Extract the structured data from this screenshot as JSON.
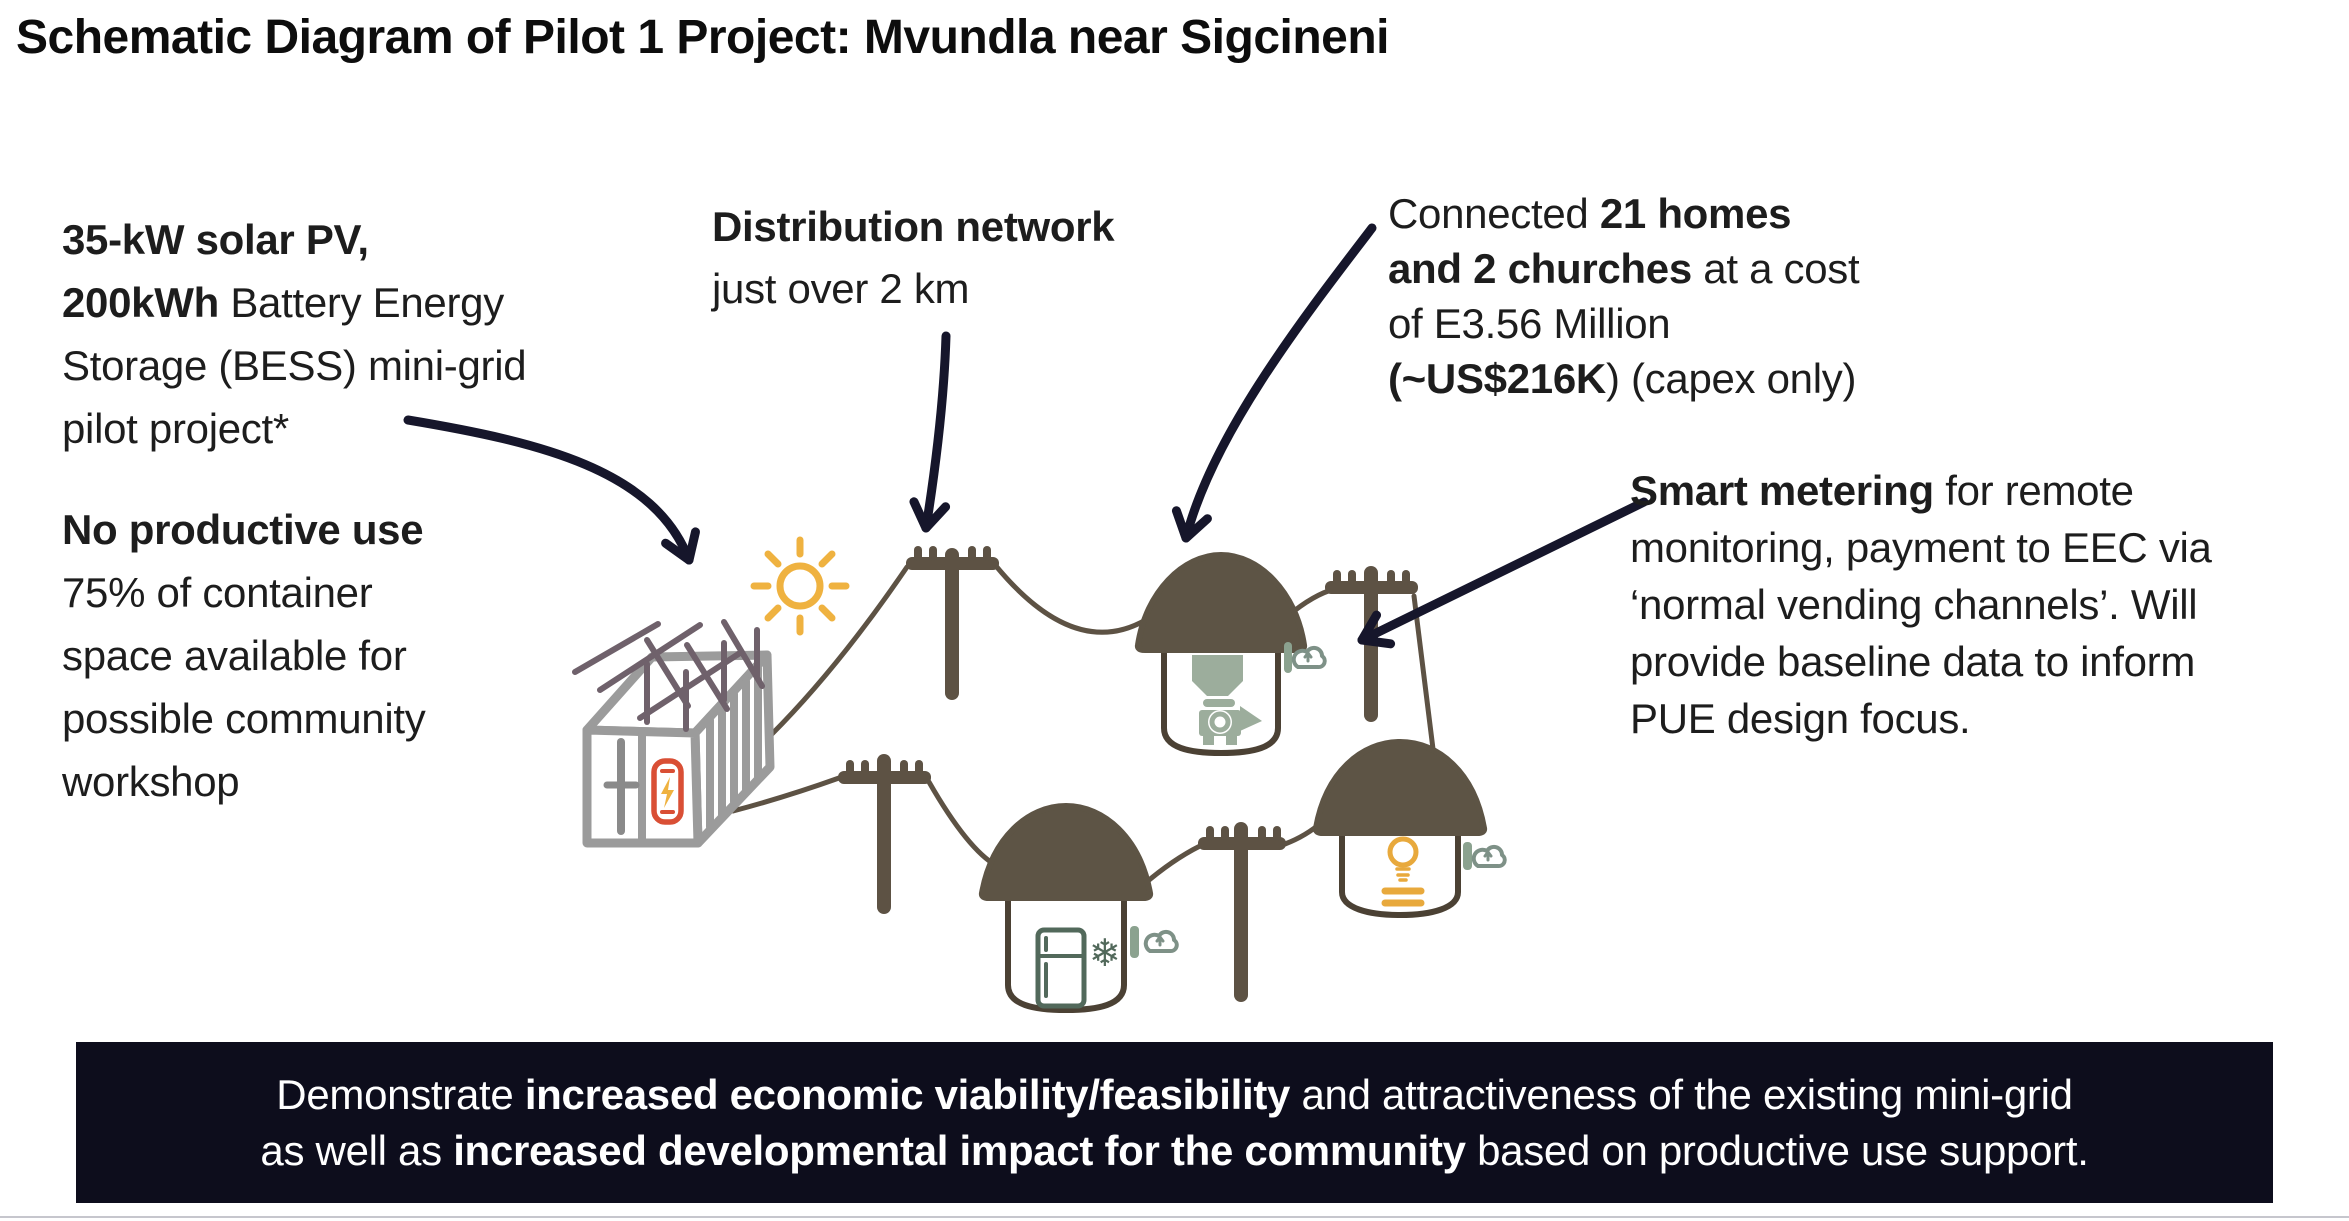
{
  "title": "Schematic Diagram of Pilot 1 Project: Mvundla near Sigcineni",
  "colors": {
    "arrow": "#16162b",
    "pole": "#5d5244",
    "roof": "#5d5445",
    "hutline": "#4b4134",
    "wire": "#5d5244",
    "contline": "#9b9b9b",
    "contglyph": "#8a8a8a",
    "rack": "#6f616b",
    "sun": "#efb240",
    "battery": "#d94f35",
    "sage": "#9cad9c",
    "teal": "#52695b",
    "bulb": "#e8a93c",
    "meter": "#8ba28f",
    "cloudc": "#7e9187",
    "banner_bg": "#0d0d1c",
    "banner_text": "#ffffff"
  },
  "annotations": {
    "solar_pv": {
      "lines": [
        [
          {
            "t": "35-kW solar PV,",
            "b": true
          }
        ],
        [
          {
            "t": "200kWh ",
            "b": true
          },
          {
            "t": "Battery Energy",
            "b": false
          }
        ],
        [
          {
            "t": "Storage (BESS) mini-grid",
            "b": false
          }
        ],
        [
          {
            "t": "pilot project*",
            "b": false
          }
        ]
      ]
    },
    "no_productive_use": {
      "lines": [
        [
          {
            "t": "No productive use",
            "b": true
          }
        ],
        [
          {
            "t": "75% of container",
            "b": false
          }
        ],
        [
          {
            "t": "space available for",
            "b": false
          }
        ],
        [
          {
            "t": "possible community",
            "b": false
          }
        ],
        [
          {
            "t": "workshop",
            "b": false
          }
        ]
      ]
    },
    "distribution": {
      "lines": [
        [
          {
            "t": "Distribution network",
            "b": true
          }
        ],
        [
          {
            "t": "just over 2 km",
            "b": false
          }
        ]
      ]
    },
    "connected": {
      "lines": [
        [
          {
            "t": "Connected ",
            "b": false
          },
          {
            "t": "21 homes",
            "b": true
          }
        ],
        [
          {
            "t": "and 2 churches",
            "b": true
          },
          {
            "t": " at a cost",
            "b": false
          }
        ],
        [
          {
            "t": "of E3.56 Million",
            "b": false
          }
        ],
        [
          {
            "t": "(~US$216K",
            "b": true
          },
          {
            "t": ") (capex only)",
            "b": false
          }
        ]
      ]
    },
    "smart_metering": {
      "lines": [
        [
          {
            "t": "Smart metering",
            "b": true
          },
          {
            "t": " for remote",
            "b": false
          }
        ],
        [
          {
            "t": "monitoring, payment to EEC via",
            "b": false
          }
        ],
        [
          {
            "t": "‘normal vending channels’. Will",
            "b": false
          }
        ],
        [
          {
            "t": "provide baseline data to inform",
            "b": false
          }
        ],
        [
          {
            "t": "PUE design focus.",
            "b": false
          }
        ]
      ]
    }
  },
  "banner": {
    "lines": [
      [
        {
          "t": "Demonstrate ",
          "b": false
        },
        {
          "t": "increased economic viability/feasibility",
          "b": true
        },
        {
          "t": " and attractiveness of the existing mini-grid",
          "b": false
        }
      ],
      [
        {
          "t": "as well as ",
          "b": false
        },
        {
          "t": "increased developmental impact for the community",
          "b": true
        },
        {
          "t": " based on productive use support.",
          "b": false
        }
      ]
    ]
  },
  "icons": {
    "sun": "sun-icon",
    "container": "solar-battery-container-icon",
    "battery": "battery-icon",
    "power_pole": "power-pole-icon",
    "power_line": "power-line",
    "hut": "hut-icon",
    "mill": "mill-machine-icon",
    "fridge": "fridge-icon",
    "snowflake": "snowflake-icon",
    "snowflake_glyph": "❄",
    "lightbulb": "lightbulb-icon",
    "smart_meter": "smart-meter-icon",
    "cloud": "cloud-upload-icon",
    "arrow": "annotation-arrow"
  }
}
